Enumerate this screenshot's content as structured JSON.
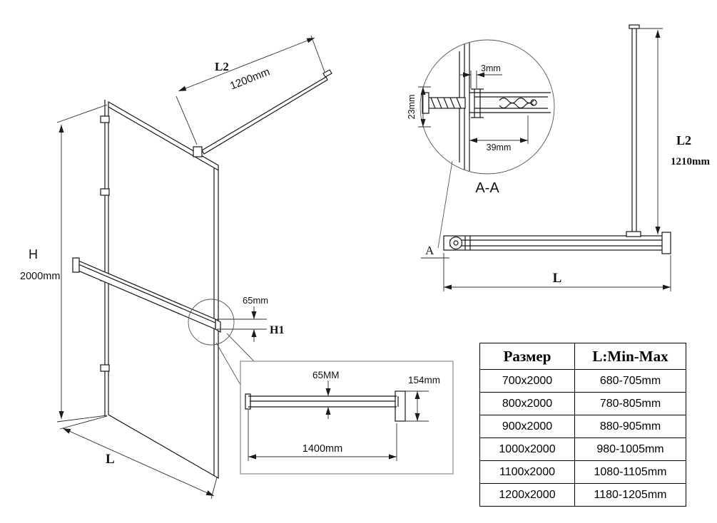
{
  "iso_view": {
    "h_label": "H",
    "h_value": "2000mm",
    "l_label": "L",
    "l2_label": "L2",
    "l2_value": "1200mm",
    "rail_height_value": "65mm",
    "h1_label": "H1"
  },
  "section_view": {
    "title": "A-A",
    "marker_label": "A",
    "gap_value": "3mm",
    "height_value": "23mm",
    "depth_value": "39mm"
  },
  "front_view": {
    "l2_label": "L2",
    "l2_value": "1210mm",
    "l_label": "L"
  },
  "detail_view": {
    "rail_height_value": "65MM",
    "end_height_value": "154mm",
    "length_value": "1400mm"
  },
  "table": {
    "col1_header": "Размер",
    "col2_header": "L:Min-Max",
    "rows": [
      {
        "size": "700x2000",
        "range": "680-705mm"
      },
      {
        "size": "800x2000",
        "range": "780-805mm"
      },
      {
        "size": "900x2000",
        "range": "880-905mm"
      },
      {
        "size": "1000x2000",
        "range": "980-1005mm"
      },
      {
        "size": "1100x2000",
        "range": "1080-1105mm"
      },
      {
        "size": "1200x2000",
        "range": "1180-1205mm"
      }
    ]
  }
}
